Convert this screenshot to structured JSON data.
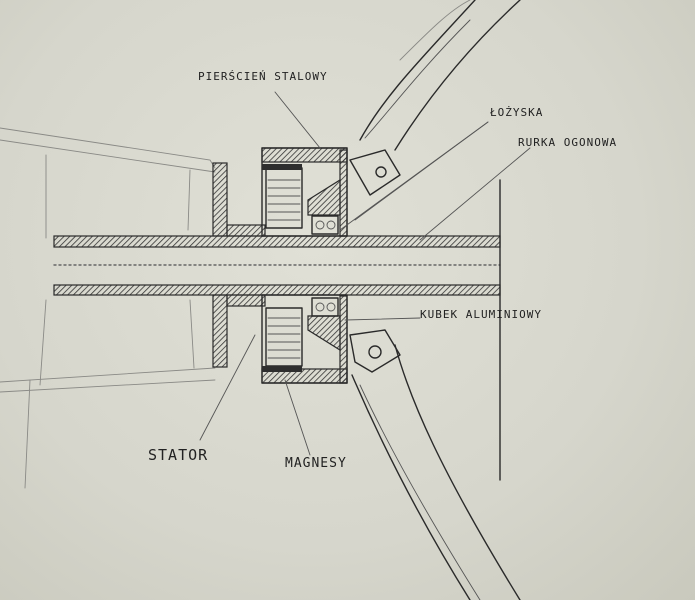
{
  "labels": {
    "stator_ring": "PIERŚCIEŃ STALOWY",
    "bearings": "ŁOŻYSKA",
    "tail_tube": "RURKA OGONOWA",
    "aluminium_cup": "KUBEK ALUMINIOWY",
    "stator": "STATOR",
    "magnets": "MAGNESY"
  },
  "colors": {
    "paper": "#d9d9cf",
    "pencil": "#2a2a2a",
    "hatch": "#3a3a3a"
  }
}
